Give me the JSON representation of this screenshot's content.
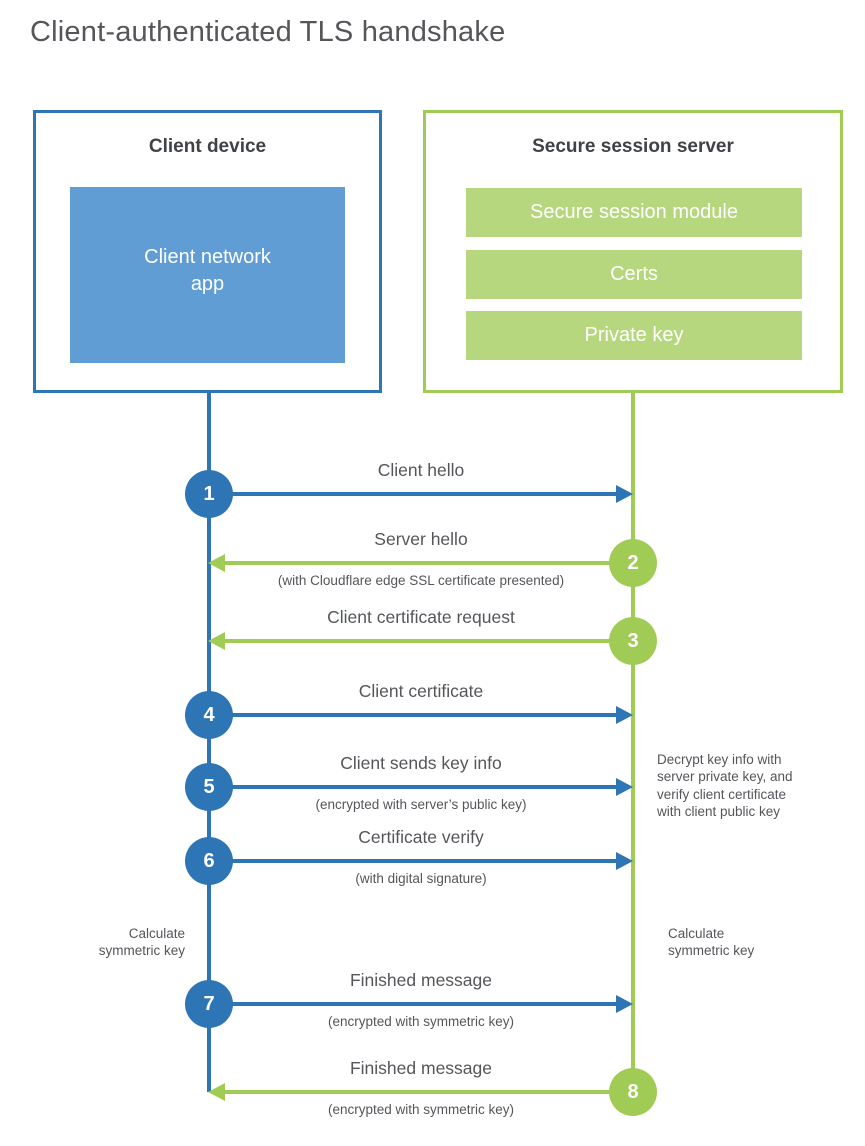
{
  "title": "Client-authenticated TLS handshake",
  "colors": {
    "blue_stroke": "#2e75b5",
    "blue_fill": "#609dd4",
    "green_stroke": "#a0cb55",
    "green_fill": "#b7d77e",
    "title_text": "#55565a",
    "heading_text": "#3f4246",
    "label_text": "#54565a"
  },
  "client_box": {
    "title": "Client device",
    "app": "Client network\napp"
  },
  "server_box": {
    "title": "Secure session server",
    "modules": [
      "Secure session module",
      "Certs",
      "Private key"
    ]
  },
  "steps": [
    {
      "num": "1",
      "label": "Client hello",
      "sub": "",
      "direction": "client-to-server"
    },
    {
      "num": "2",
      "label": "Server hello",
      "sub": "(with Cloudflare edge SSL certificate presented)",
      "direction": "server-to-client"
    },
    {
      "num": "3",
      "label": "Client certificate request",
      "sub": "",
      "direction": "server-to-client"
    },
    {
      "num": "4",
      "label": "Client certificate",
      "sub": "",
      "direction": "client-to-server"
    },
    {
      "num": "5",
      "label": "Client sends key info",
      "sub": "(encrypted with server’s public key)",
      "direction": "client-to-server"
    },
    {
      "num": "6",
      "label": "Certificate verify",
      "sub": "(with digital signature)",
      "direction": "client-to-server"
    },
    {
      "num": "7",
      "label": "Finished message",
      "sub": "(encrypted with symmetric key)",
      "direction": "client-to-server"
    },
    {
      "num": "8",
      "label": "Finished message",
      "sub": "(encrypted with symmetric key)",
      "direction": "server-to-client"
    }
  ],
  "notes": {
    "server_decrypt": "Decrypt key info with\nserver private key, and\nverify client certificate\nwith client public key",
    "client_calc": "Calculate\nsymmetric key",
    "server_calc": "Calculate\nsymmetric key"
  }
}
